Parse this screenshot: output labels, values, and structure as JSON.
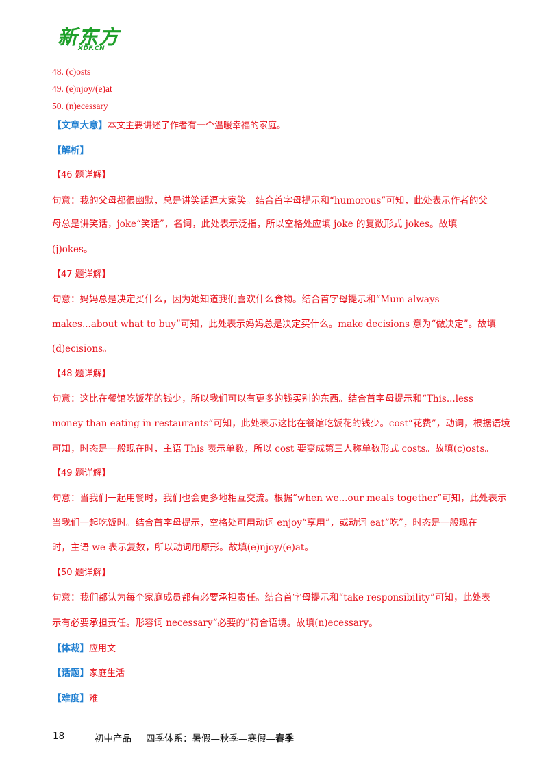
{
  "header": {
    "logo_cn": "新东方",
    "logo_en": "XDF.CN"
  },
  "answers": [
    "48. (c)osts",
    "49. (e)njoy/(e)at",
    "50. (n)ecessary"
  ],
  "summary": {
    "tag": "【文章大意】",
    "text": "本文主要讲述了作者有一个温暖幸福的家庭。"
  },
  "analysis_tag": "【解析】",
  "items": [
    {
      "tag": "【46 题详解】",
      "lines": [
        "句意：我的父母都很幽默，总是讲笑话逗大家笑。结合首字母提示和“humorous”可知，此处表示作者的父",
        "母总是讲笑话，joke“笑话”，名词，此处表示泛指，所以空格处应填 joke 的复数形式 jokes。故填",
        "(j)okes。"
      ]
    },
    {
      "tag": "【47 题详解】",
      "lines": [
        "句意：妈妈总是决定买什么，因为她知道我们喜欢什么食物。结合首字母提示和“Mum always",
        "makes...about what to buy”可知，此处表示妈妈总是决定买什么。make decisions 意为“做决定”。故填",
        "(d)ecisions。"
      ]
    },
    {
      "tag": "【48 题详解】",
      "lines": [
        "句意：这比在餐馆吃饭花的钱少，所以我们可以有更多的钱买别的东西。结合首字母提示和“This...less",
        "money than eating in restaurants”可知，此处表示这比在餐馆吃饭花的钱少。cost“花费”，动词，根据语境",
        "可知，时态是一般现在时，主语 This 表示单数，所以 cost 要变成第三人称单数形式 costs。故填(c)osts。"
      ]
    },
    {
      "tag": "【49 题详解】",
      "lines": [
        "句意：当我们一起用餐时，我们也会更多地相互交流。根据“when we...our meals together”可知，此处表示",
        "当我们一起吃饭时。结合首字母提示，空格处可用动词 enjoy“享用”，或动词 eat“吃”，时态是一般现在",
        "时，主语 we 表示复数，所以动词用原形。故填(e)njoy/(e)at。"
      ]
    },
    {
      "tag": "【50 题详解】",
      "lines": [
        "句意：我们都认为每个家庭成员都有必要承担责任。结合首字母提示和“take responsibility”可知，此处表",
        "示有必要承担责任。形容词 necessary“必要的”符合语境。故填(n)ecessary。"
      ]
    }
  ],
  "genre": {
    "tag": "【体裁】",
    "text": "应用文"
  },
  "topic": {
    "tag": "【话题】",
    "text": "家庭生活"
  },
  "difficulty": {
    "tag": "【难度】",
    "text": "难"
  },
  "footer": {
    "page": "18",
    "product": "初中产品",
    "system_prefix": "四季体系：暑假—秋季—寒假—",
    "system_bold": "春季"
  }
}
